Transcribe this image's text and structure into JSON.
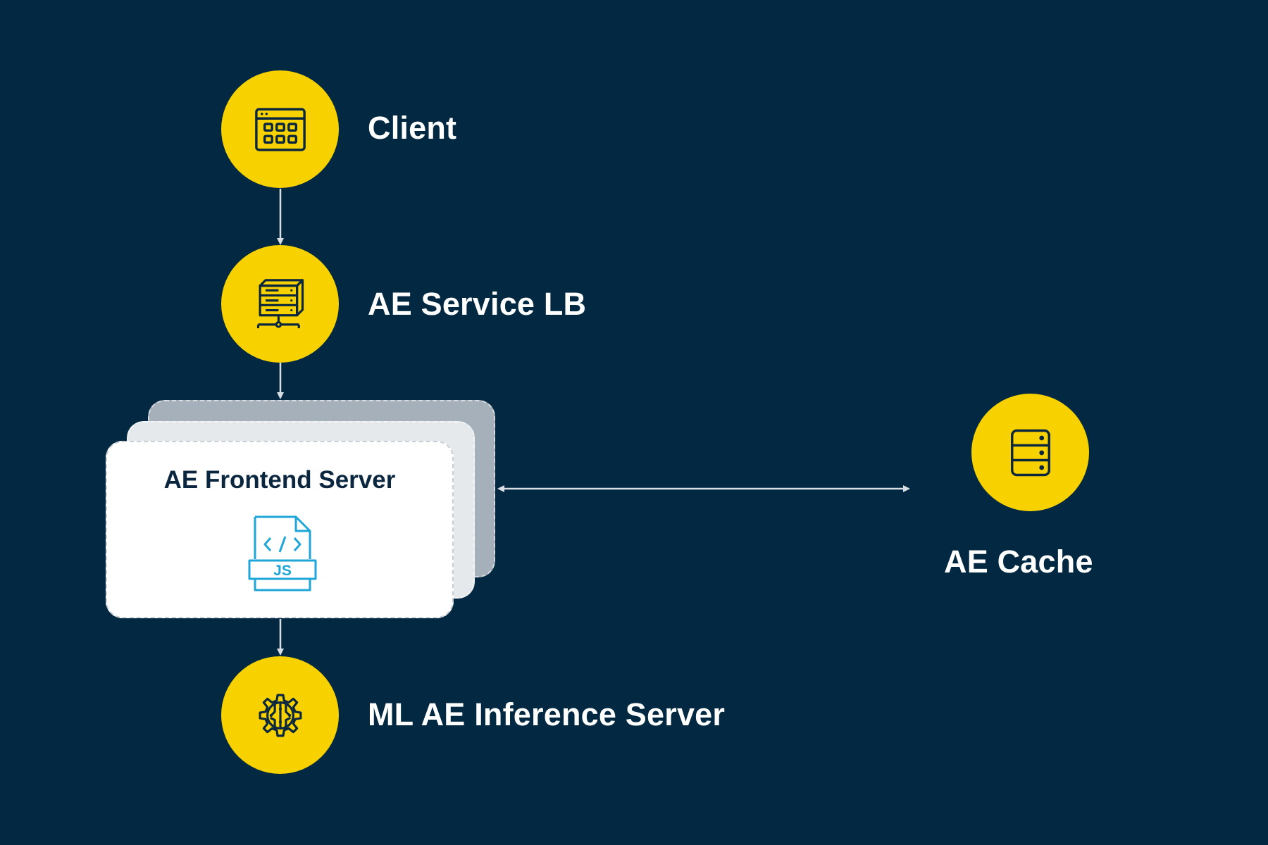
{
  "colors": {
    "background": "#022842",
    "node_fill": "#F8D200",
    "icon_stroke": "#0B2740",
    "label_text": "#FFFFFF",
    "card_front": "#FFFFFF",
    "card_mid": "#E6E9EC",
    "card_back": "#A6B0BA",
    "js_icon": "#1FA6D8",
    "connector": "#D9DEE3"
  },
  "nodes": {
    "client": {
      "label": "Client",
      "icon": "browser-window-icon"
    },
    "service_lb": {
      "label": "AE Service LB",
      "icon": "server-network-icon"
    },
    "frontend": {
      "label": "AE Frontend Server",
      "icon": "js-file-icon",
      "icon_text": "JS"
    },
    "cache": {
      "label": "AE Cache",
      "icon": "database-server-icon"
    },
    "inference": {
      "label": "ML AE Inference Server",
      "icon": "ai-chip-gear-icon"
    }
  },
  "edges": [
    {
      "from": "client",
      "to": "service_lb",
      "direction": "forward"
    },
    {
      "from": "service_lb",
      "to": "frontend",
      "direction": "forward"
    },
    {
      "from": "frontend",
      "to": "inference",
      "direction": "forward"
    },
    {
      "from": "frontend",
      "to": "cache",
      "direction": "bidirectional"
    }
  ]
}
